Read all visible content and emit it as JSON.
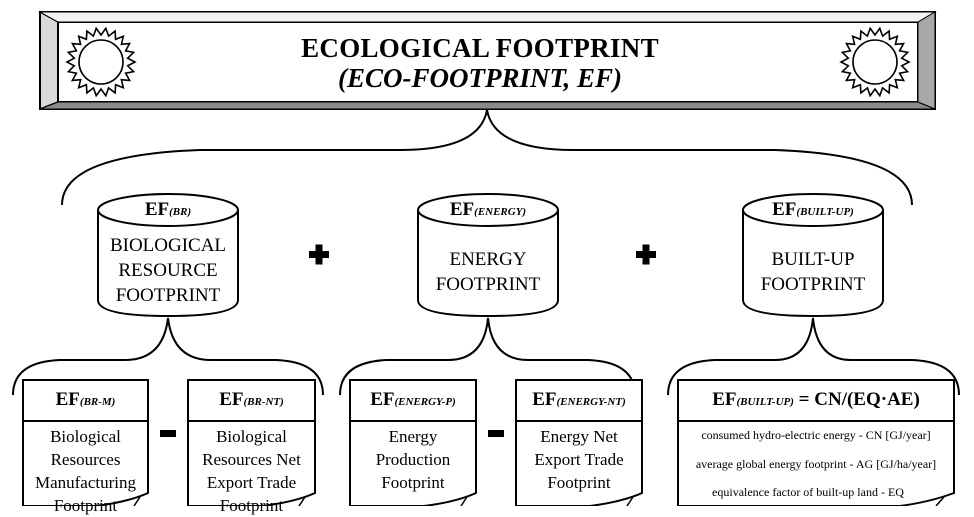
{
  "title": {
    "line1": "ECOLOGICAL FOOTPRINT",
    "line2": "(ECO-FOOTPRINT, EF)"
  },
  "operators": {
    "plus": "+",
    "minus": "-"
  },
  "components": [
    {
      "ef": "EF",
      "sub": "(BR)",
      "lines": [
        "BIOLOGICAL",
        "RESOURCE",
        "FOOTPRINT"
      ]
    },
    {
      "ef": "EF",
      "sub": "(ENERGY)",
      "lines": [
        "ENERGY",
        "FOOTPRINT"
      ]
    },
    {
      "ef": "EF",
      "sub": "(BUILT-UP)",
      "lines": [
        "BUILT-UP",
        "FOOTPRINT"
      ]
    }
  ],
  "subcomponents": [
    {
      "ef": "EF",
      "sub": "(BR-M)",
      "lines": [
        "Biological",
        "Resources",
        "Manufacturing",
        "Footprint"
      ]
    },
    {
      "ef": "EF",
      "sub": "(BR-NT)",
      "lines": [
        "Biological",
        "Resources Net",
        "Export Trade",
        "Footprint"
      ]
    },
    {
      "ef": "EF",
      "sub": "(ENERGY-P)",
      "lines": [
        "Energy",
        "Production",
        "Footprint"
      ]
    },
    {
      "ef": "EF",
      "sub": "(ENERGY-NT)",
      "lines": [
        "Energy Net",
        "Export Trade",
        "Footprint"
      ]
    }
  ],
  "builtup_formula": {
    "ef": "EF",
    "sub": "(BUILT-UP)",
    "rhs": " = CN/(EQ·AE)",
    "lines": [
      "consumed hydro-electric energy - CN [GJ/year]",
      "average global energy footprint - AG [GJ/ha/year]",
      "equivalence factor of built-up land - EQ"
    ]
  },
  "icons": [
    "sunburst-icon",
    "plus-icon",
    "minus-icon"
  ]
}
